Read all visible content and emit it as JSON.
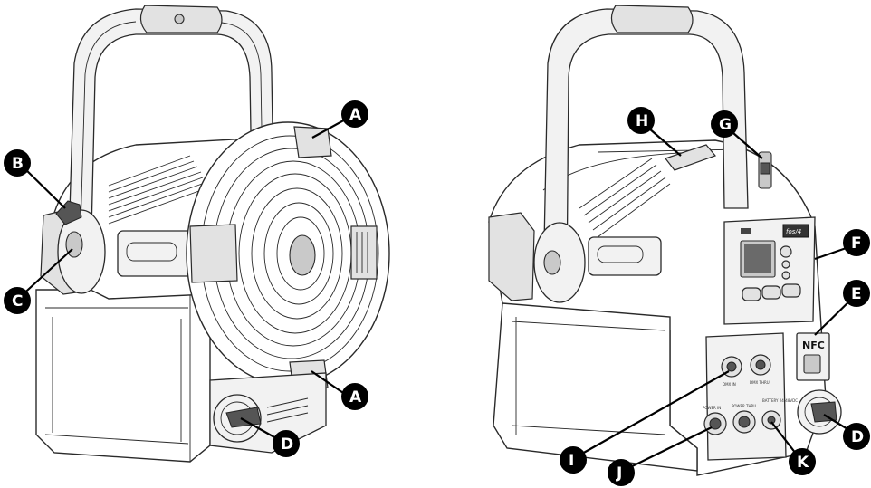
{
  "callouts": {
    "A1": "A",
    "A2": "A",
    "B": "B",
    "C": "C",
    "D1": "D",
    "D2": "D",
    "E": "E",
    "F": "F",
    "G": "G",
    "H": "H",
    "I": "I",
    "J": "J",
    "K": "K"
  },
  "rear_panel": {
    "nfc_label": "NFC",
    "brand_mark": "fos/4",
    "dmx_in": "DMX IN",
    "dmx_thru": "DMX THRU",
    "power_in": "POWER IN",
    "power_thru": "POWER THRU",
    "battery": "BATTERY 24-48VDC"
  }
}
